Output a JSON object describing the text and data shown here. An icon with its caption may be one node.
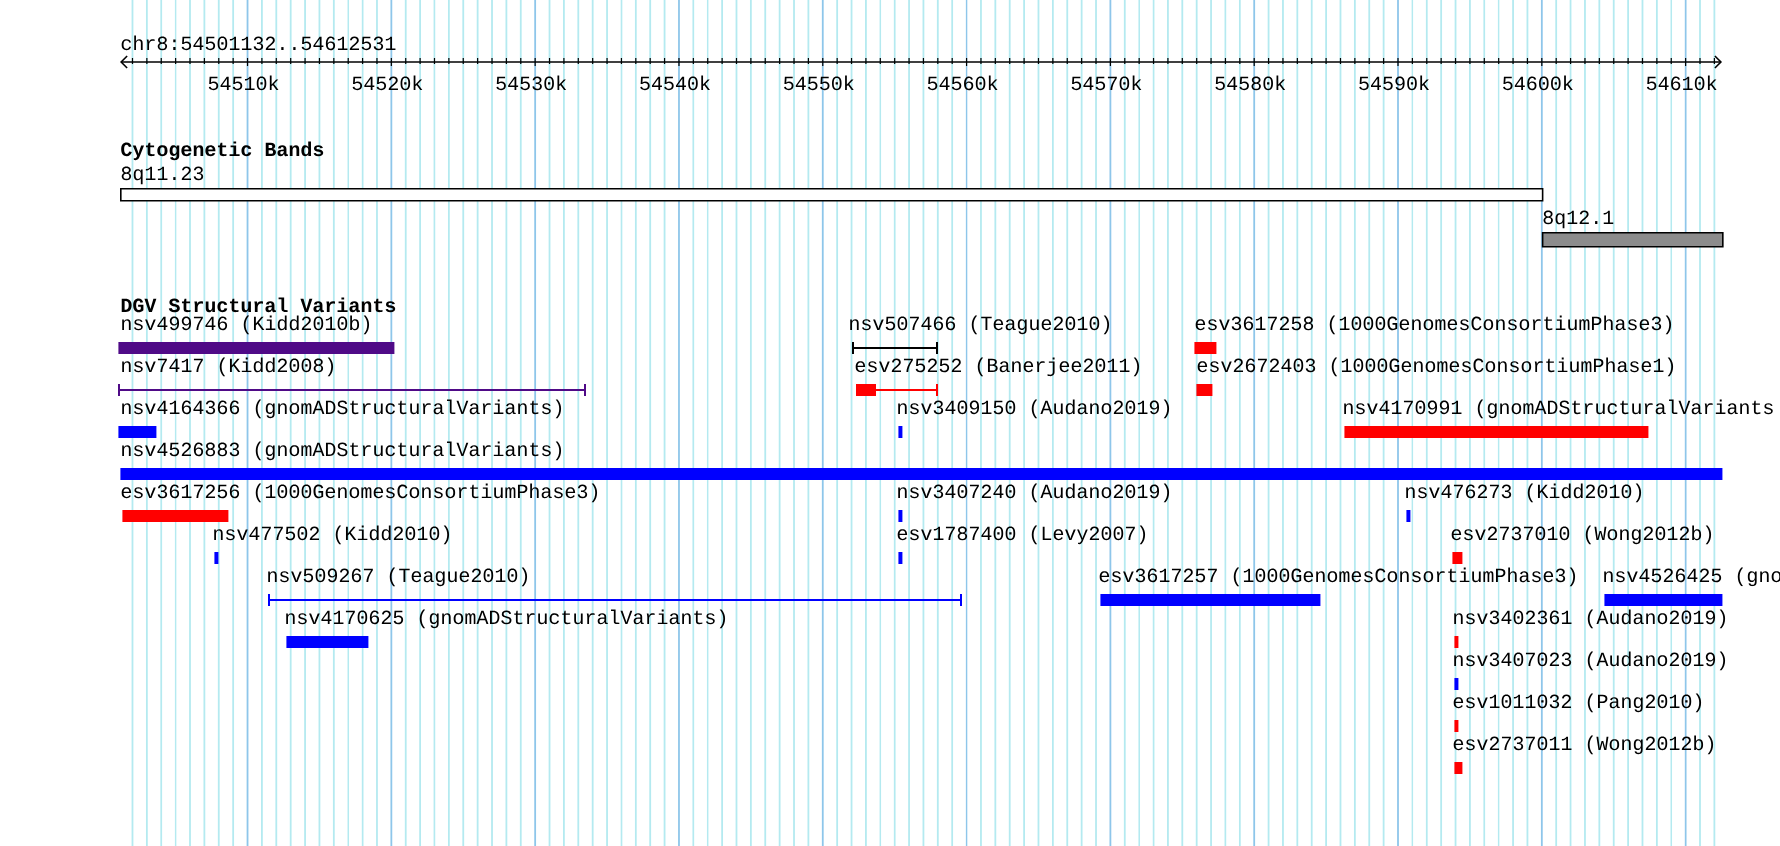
{
  "diagram": {
    "labels": [
      "chr8:54501132..54612531",
      "54510k",
      "54520k",
      "54530k",
      "54540k",
      "54550k",
      "54560k",
      "54570k",
      "54580k",
      "54590k",
      "54600k",
      "54610k",
      "Cytogenetic Bands",
      "DGV Structural Variants"
    ],
    "nodes": [
      {
        "text": [
          "8q11.23"
        ]
      },
      {
        "text": [
          "8q12.1"
        ]
      },
      {
        "text": [
          "nsv499746 (Kidd2010b)"
        ]
      },
      {
        "text": [
          "nsv507466 (Teague2010)"
        ]
      },
      {
        "text": [
          "esv3617258 (1000GenomesConsortiumPhase3)"
        ]
      },
      {
        "text": [
          "nsv7417 (Kidd2008)"
        ]
      },
      {
        "text": [
          "esv275252 (Banerjee2011)"
        ]
      },
      {
        "text": [
          "esv2672403 (1000GenomesConsortiumPhase1)"
        ]
      },
      {
        "text": [
          "nsv4164366 (gnomADStructuralVariants)"
        ]
      },
      {
        "text": [
          "nsv3409150 (Audano2019)"
        ]
      },
      {
        "text": [
          "nsv4170991 (gnomADStructuralVariants"
        ]
      },
      {
        "text": [
          "nsv4526883 (gnomADStructuralVariants)"
        ]
      },
      {
        "text": [
          "esv3617256 (1000GenomesConsortiumPhase3)"
        ]
      },
      {
        "text": [
          "nsv3407240 (Audano2019)"
        ]
      },
      {
        "text": [
          "nsv476273 (Kidd2010)"
        ]
      },
      {
        "text": [
          "nsv477502 (Kidd2010)"
        ]
      },
      {
        "text": [
          "esv1787400 (Levy2007)"
        ]
      },
      {
        "text": [
          "esv2737010 (Wong2012b)"
        ]
      },
      {
        "text": [
          "nsv509267 (Teague2010)"
        ]
      },
      {
        "text": [
          "esv3617257 (1000GenomesConsortiumPhase3)"
        ]
      },
      {
        "text": [
          "nsv4526425 (gno"
        ]
      },
      {
        "text": [
          "nsv4170625 (gnomADStructuralVariants)"
        ]
      },
      {
        "text": [
          "nsv3402361 (Audano2019)"
        ]
      },
      {
        "text": [
          "nsv3407023 (Audano2019)"
        ]
      },
      {
        "text": [
          "esv1011032 (Pang2010)"
        ]
      },
      {
        "text": [
          "esv2737011 (Wong2012b)"
        ]
      }
    ]
  }
}
